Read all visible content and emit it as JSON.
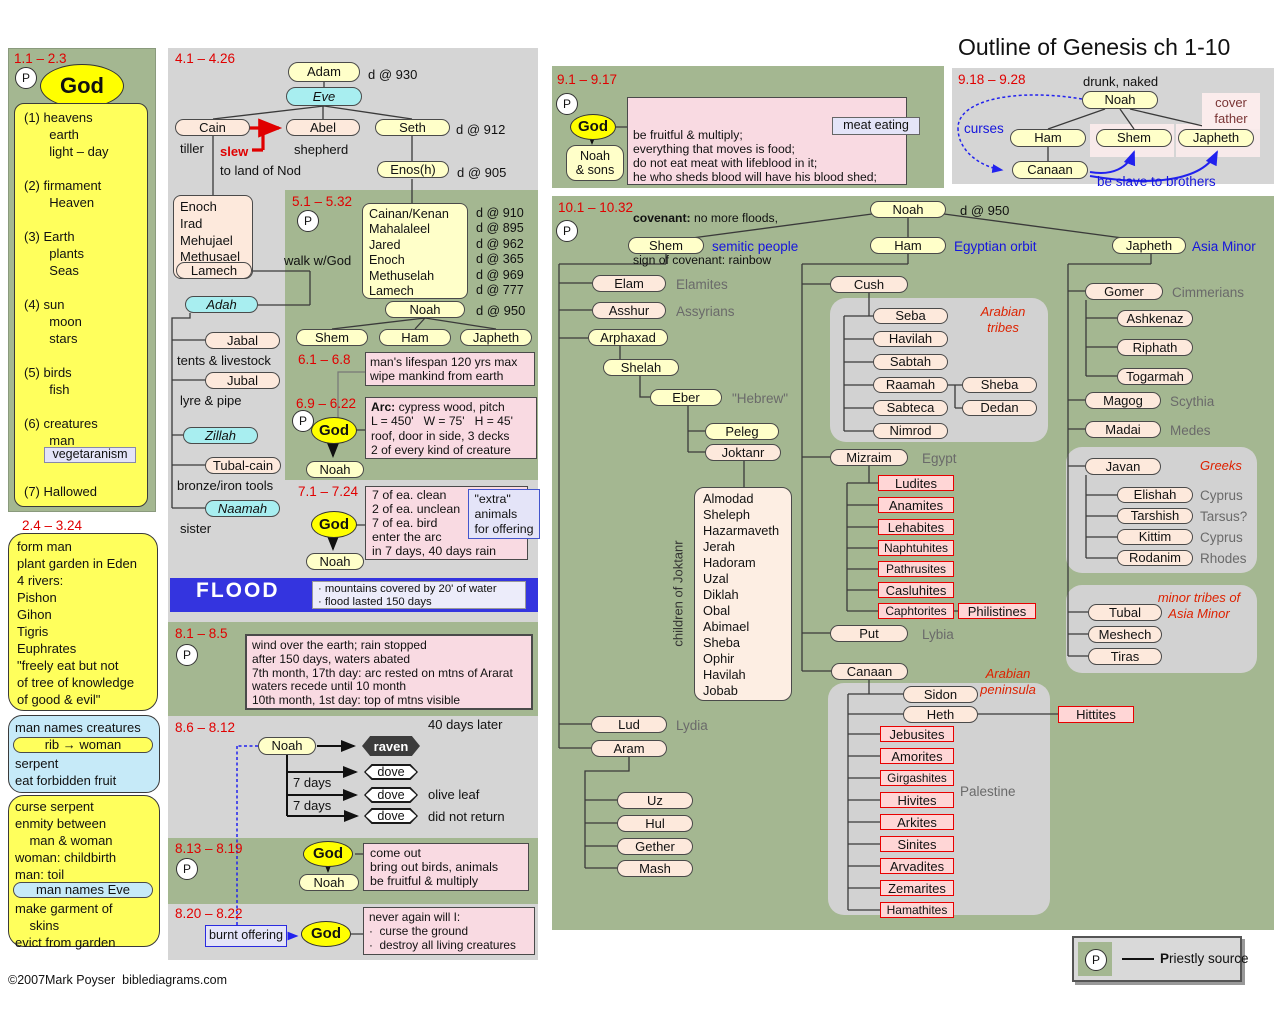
{
  "title": "Outline of Genesis ch 1-10",
  "footer": "©2007Mark Poyser  biblediagrams.com",
  "legend": {
    "p": "P",
    "label_bold": "P",
    "label_rest": "riestly source"
  },
  "colors": {
    "flood_blue": "#3434df",
    "panel_green": "#a4b791",
    "panel_grey": "#d5d5d5",
    "ref_red": "#e00000"
  },
  "s1": {
    "ref": "1.1 – 2.3",
    "god": "God",
    "body": "(1) heavens\n       earth\n       light – day\n\n(2) firmament\n       Heaven\n\n(3) Earth\n       plants\n       Seas\n\n(4) sun\n       moon\n       stars\n\n(5) birds\n       fish\n\n(6) creatures\n       man\n\n\n(7) Hallowed",
    "veg": "vegetaranism"
  },
  "s2": {
    "ref": "2.4 – 3.24",
    "eden": "form man\nplant garden in Eden\n4 rivers:\nPishon\nGihon\nTigris\nEuphrates\n\"freely eat but not\nof tree of knowledge\nof good & evil\"",
    "names_creatures": "man names creatures",
    "rib": "rib → woman",
    "serpent": "serpent\neat forbidden fruit",
    "curse": "curse serpent\nenmity between\n    man & woman\nwoman: childbirth\nman: toil",
    "eve": "man names Eve",
    "garment": "make garment of\n    skins\nevict from garden"
  },
  "s4": {
    "ref": "4.1 – 4.26",
    "adam": "Adam",
    "adam_d": "d @ 930",
    "eve": "Eve",
    "cain": "Cain",
    "abel": "Abel",
    "seth": "Seth",
    "seth_d": "d @ 912",
    "tiller": "tiller",
    "slew": "slew",
    "shepherd": "shepherd",
    "nod": "to land of Nod",
    "enos": "Enos(h)",
    "enos_d": "d @ 905",
    "cain_desc": "Enoch\nIrad\nMehujael\nMethusael",
    "lamech": "Lamech",
    "adah": "Adah",
    "jabal": "Jabal",
    "jabal_n": "tents & livestock",
    "jubal": "Jubal",
    "jubal_n": "lyre & pipe",
    "zillah": "Zillah",
    "tubalcain": "Tubal-cain",
    "tubalcain_n": "bronze/iron tools",
    "naamah": "Naamah",
    "naamah_n": "sister"
  },
  "s5": {
    "ref": "5.1 – 5.32",
    "walk": "walk w/God",
    "names": "Cainan/Kenan\nMahalaleel\nJared\nEnoch\nMethuselah\nLamech",
    "deaths": "d @ 910\nd @ 895\nd @ 962\nd @ 365\nd @ 969\nd @ 777",
    "noah": "Noah",
    "noah_d": "d @ 950",
    "shem": "Shem",
    "ham": "Ham",
    "japheth": "Japheth"
  },
  "s61": {
    "ref": "6.1 – 6.8",
    "box": "man's lifespan 120 yrs max\nwipe mankind from earth"
  },
  "s69": {
    "ref": "6.9 – 6.22",
    "god": "God",
    "noah": "Noah",
    "arc_b": "Arc:",
    "arc": " cypress wood, pitch\nL = 450'   W = 75'   H = 45'\nroof, door in side, 3 decks\n2 of every kind of creature"
  },
  "s7": {
    "ref": "7.1 – 7.24",
    "god": "God",
    "noah": "Noah",
    "box": "7 of ea. clean\n2 of ea. unclean\n7 of ea. bird\nenter the arc\nin 7 days, 40 days rain",
    "extra": "\"extra\"\nanimals\nfor offering"
  },
  "flood": {
    "label": "FLOOD",
    "notes": "· mountains covered by 20' of water\n· flood lasted 150 days"
  },
  "s81": {
    "ref": "8.1 – 8.5",
    "box": "wind over the earth; rain stopped\nafter 150 days, waters abated\n7th month, 17th day: arc rested on mtns of Ararat\nwaters recede until 10 month\n10th month, 1st day: top of mtns visible"
  },
  "s86": {
    "ref": "8.6 – 8.12",
    "later": "40 days later",
    "noah": "Noah",
    "raven": "raven",
    "dove": "dove",
    "d7": "7 days",
    "olive": "olive leaf",
    "noret": "did not return"
  },
  "s813": {
    "ref": "8.13 – 8.19",
    "god": "God",
    "noah": "Noah",
    "box": "come out\nbring out birds, animals\nbe fruitful & multiply"
  },
  "s820": {
    "ref": "8.20 – 8.22",
    "burnt": "burnt offering",
    "god": "God",
    "box": "never again will I:\n·  curse the ground\n·  destroy all living creatures"
  },
  "s9": {
    "ref": "9.1 – 9.17",
    "god": "God",
    "noah": "Noah\n& sons",
    "box1": "be fruitful & multiply;\neverything that moves is food;\ndo not eat meat with lifeblood in it;\nhe who sheds blood will have his blood shed;",
    "cov_b": "covenant:",
    "cov": " no more floods,",
    "box2": "sign of covenant: rainbow",
    "meat": "meat eating"
  },
  "s918": {
    "ref": "9.18 – 9.28",
    "drunk": "drunk, naked",
    "noah": "Noah",
    "cover": "cover\nfather",
    "ham": "Ham",
    "shem": "Shem",
    "japheth": "Japheth",
    "canaan": "Canaan",
    "curses": "curses",
    "slave": "be slave to brothers"
  },
  "s10": {
    "ref": "10.1 – 10.32",
    "noah": "Noah",
    "noah_d": "d @ 950",
    "shem": {
      "name": "Shem",
      "note": "semitic people",
      "elam": "Elam",
      "elam_n": "Elamites",
      "asshur": "Asshur",
      "asshur_n": "Assyrians",
      "arphaxad": "Arphaxad",
      "shelah": "Shelah",
      "eber": "Eber",
      "eber_n": "\"Hebrew\"",
      "peleg": "Peleg",
      "joktan": "Joktanr",
      "jok_label": "children of Joktanr",
      "jok_children": "Almodad\nSheleph\nHazarmaveth\nJerah\nHadoram\nUzal\nDiklah\nObal\nAbimael\nSheba\nOphir\nHavilah\nJobab",
      "lud": "Lud",
      "lud_n": "Lydia",
      "aram": "Aram",
      "uz": "Uz",
      "hul": "Hul",
      "gether": "Gether",
      "mash": "Mash"
    },
    "ham": {
      "name": "Ham",
      "note": "Egyptian orbit",
      "cush": "Cush",
      "tribes": "Arabian\ntribes",
      "seba": "Seba",
      "havilah": "Havilah",
      "sabtah": "Sabtah",
      "raamah": "Raamah",
      "sheba": "Sheba",
      "dedan": "Dedan",
      "sabteca": "Sabteca",
      "nimrod": "Nimrod",
      "mizraim": "Mizraim",
      "egypt": "Egypt",
      "mkids": [
        "Ludites",
        "Anamites",
        "Lehabites",
        "Naphtuhites",
        "Pathrusites",
        "Casluhites",
        "Caphtorites"
      ],
      "philistines": "Philistines",
      "put": "Put",
      "put_n": "Lybia",
      "canaan": "Canaan",
      "peninsula": "Arabian\npeninsula",
      "sidon": "Sidon",
      "heth": "Heth",
      "hittites": "Hittites",
      "ckids": [
        "Jebusites",
        "Amorites",
        "Girgashites",
        "Hivites",
        "Arkites",
        "Sinites",
        "Arvadites",
        "Zemarites",
        "Hamathites"
      ],
      "palestine": "Palestine"
    },
    "japheth": {
      "name": "Japheth",
      "note": "Asia Minor",
      "gomer": "Gomer",
      "gomer_n": "Cimmerians",
      "ashkenaz": "Ashkenaz",
      "riphath": "Riphath",
      "togarmah": "Togarmah",
      "magog": "Magog",
      "magog_n": "Scythia",
      "madai": "Madai",
      "madai_n": "Medes",
      "javan": "Javan",
      "greeks": "Greeks",
      "elishah": "Elishah",
      "elishah_n": "Cyprus",
      "tarshish": "Tarshish",
      "tarshish_n": "Tarsus?",
      "kittim": "Kittim",
      "kittim_n": "Cyprus",
      "rodanim": "Rodanim",
      "rodanim_n": "Rhodes",
      "minor": "minor tribes of\nAsia Minor",
      "tubal": "Tubal",
      "meshech": "Meshech",
      "tiras": "Tiras"
    }
  }
}
